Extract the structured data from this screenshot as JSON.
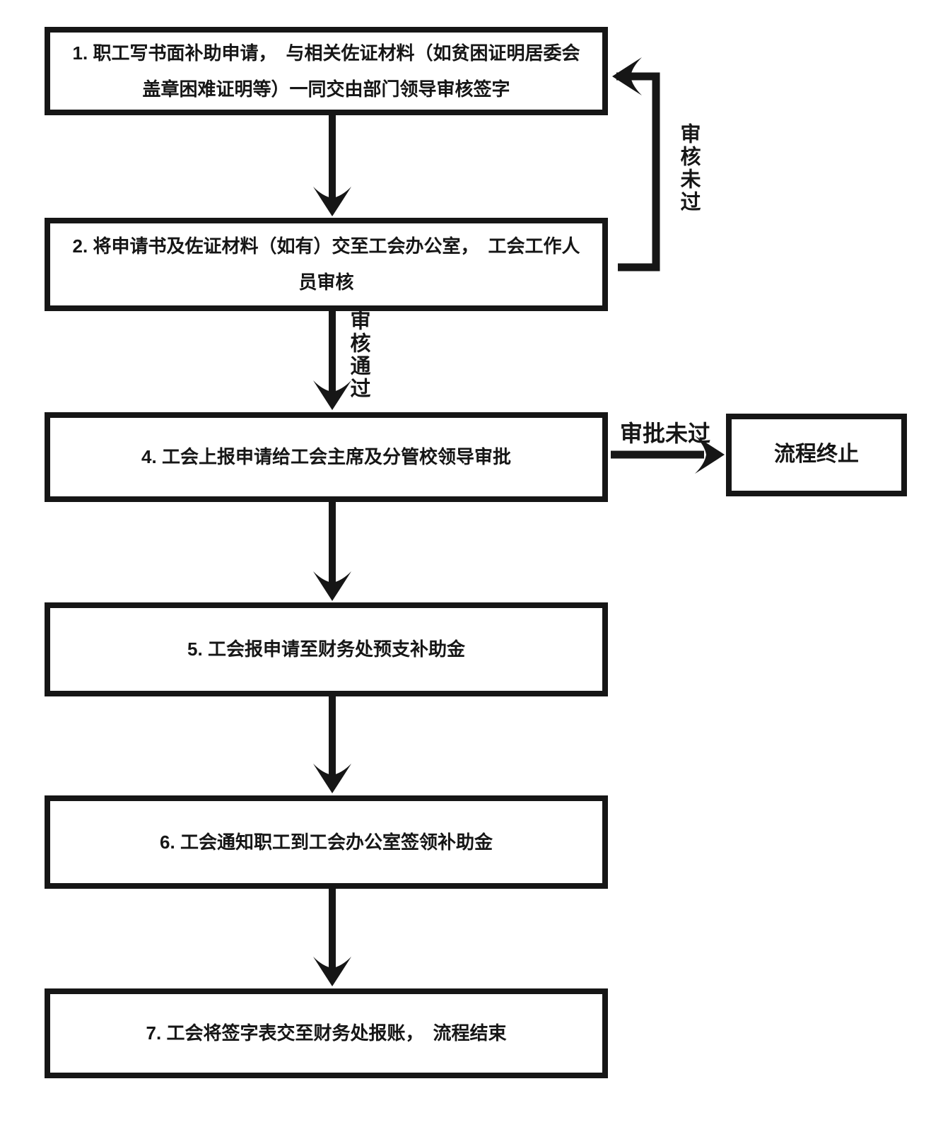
{
  "diagram": {
    "type": "flowchart",
    "nodes": [
      {
        "id": "step1",
        "label": "1. 职工写书面补助申请，　与相关佐证材料（如贫困证明居委会盖章困难证明等）一同交由部门领导审核签字"
      },
      {
        "id": "step2",
        "label": "2. 将申请书及佐证材料（如有）交至工会办公室，　工会工作人员审核"
      },
      {
        "id": "step4",
        "label": "4. 工会上报申请给工会主席及分管校领导审批"
      },
      {
        "id": "step5",
        "label": "5. 工会报申请至财务处预支补助金"
      },
      {
        "id": "step6",
        "label": "6. 工会通知职工到工会办公室签领补助金"
      },
      {
        "id": "step7",
        "label": "7. 工会将签字表交至财务处报账，　流程结束"
      },
      {
        "id": "terminate",
        "label": "流程终止"
      }
    ],
    "edge_labels": {
      "review_failed": "审核未过",
      "review_passed": "审核通过",
      "approval_failed": "审批未过"
    },
    "edges": [
      {
        "from": "step1",
        "to": "step2",
        "label": ""
      },
      {
        "from": "step2",
        "to": "step1",
        "label": "审核未过"
      },
      {
        "from": "step2",
        "to": "step4",
        "label": "审核通过"
      },
      {
        "from": "step4",
        "to": "terminate",
        "label": "审批未过"
      },
      {
        "from": "step4",
        "to": "step5",
        "label": ""
      },
      {
        "from": "step5",
        "to": "step6",
        "label": ""
      },
      {
        "from": "step6",
        "to": "step7",
        "label": ""
      }
    ],
    "colors": {
      "line": "#161616",
      "box_border": "#161616",
      "text": "#161616",
      "background": "#ffffff"
    }
  }
}
